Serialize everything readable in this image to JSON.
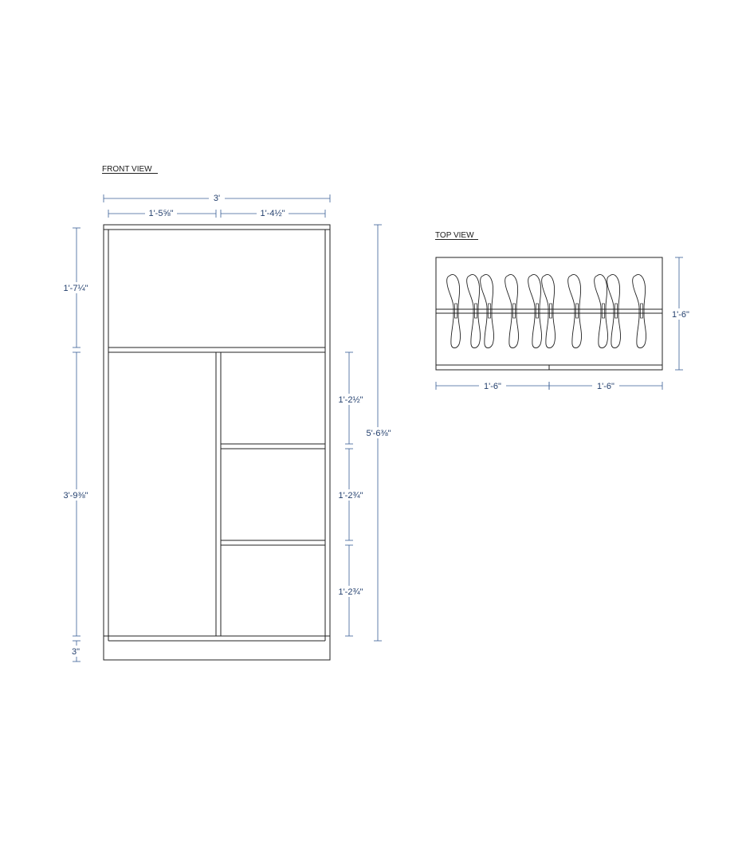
{
  "front_view": {
    "title": "FRONT VIEW",
    "dims": {
      "overall_width": "3'",
      "left_width": "1'-5⅝\"",
      "right_width": "1'-4½\"",
      "top_height": "1'-7¼\"",
      "lower_height": "3'-9⅜\"",
      "base_height": "3\"",
      "total_height": "5'-6⅜\"",
      "shelf1_height": "1'-2½\"",
      "shelf2_height": "1'-2¾\"",
      "shelf3_height": "1'-2¾\""
    }
  },
  "top_view": {
    "title": "TOP VIEW",
    "dims": {
      "depth": "1'-6\"",
      "left_width": "1'-6\"",
      "right_width": "1'-6\""
    }
  },
  "colors": {
    "ink": "#222222",
    "dimension": "#3a5f96",
    "dimension_text": "#24406e"
  }
}
